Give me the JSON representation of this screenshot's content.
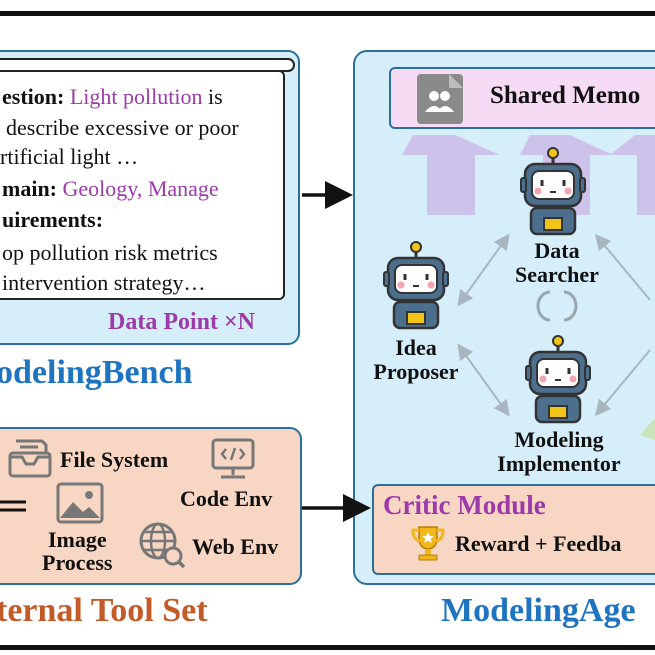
{
  "modeling_bench": {
    "question_label": "estion:",
    "question_value": "Light pollution",
    "question_tail": "is",
    "line2": "describe excessive or poor",
    "line3": "rtificial light …",
    "domain_label": "main:",
    "domain_value": "Geology, Manage",
    "requirements_label": "uirements:",
    "req_line1": "op pollution risk metrics",
    "req_line2": "intervention strategy…",
    "data_point": "Data Point ×N",
    "title": "odelingBench"
  },
  "tool_set": {
    "items": [
      "File System",
      "Code Env",
      "Image",
      "Process",
      "Web Env"
    ],
    "title": "ternal Tool Set"
  },
  "modeling_agent": {
    "memory_label": "Shared Memo",
    "agents": [
      {
        "line1": "Data",
        "line2": "Searcher"
      },
      {
        "line1": "Idea",
        "line2": "Proposer"
      },
      {
        "line1": "Modeling",
        "line2": "Implementor"
      }
    ],
    "critic_title": "Critic Module",
    "critic_reward": "Reward  +  Feedba",
    "title": "ModelingAge"
  },
  "colors": {
    "blue_title": "#1f74c2",
    "orange_title": "#c45a27",
    "purple": "#9b3aa8",
    "panel_blue": "#d6eefa",
    "panel_peach": "#f7d7c4",
    "memory_pink": "#f6dbf4"
  }
}
